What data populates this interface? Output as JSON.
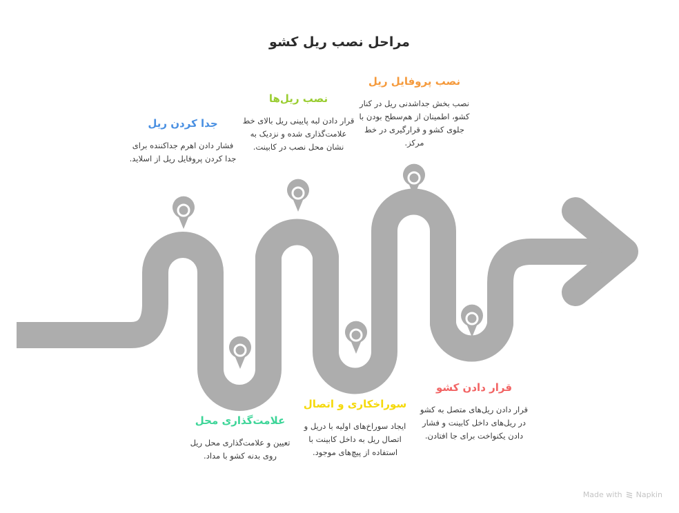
{
  "title": "مراحل نصب ریل کشو",
  "steps": [
    {
      "id": "detach",
      "title": "جدا کردن ریل",
      "color": "#4A90E2",
      "description": "فشار دادن اهرم جداکننده برای جدا کردن پروفایل ریل از اسلاید."
    },
    {
      "id": "mark",
      "title": "علامت‌گذاری محل",
      "color": "#3DD598",
      "description": "تعیین و علامت‌گذاری محل ریل روی بدنه کشو با مداد."
    },
    {
      "id": "install-rails",
      "title": "نصب ریل‌ها",
      "color": "#9ACD32",
      "description": "قرار دادن لبه پایینی ریل بالای خط علامت‌گذاری شده و نزدیک به نشان محل نصب در کابینت."
    },
    {
      "id": "drill",
      "title": "سوراخکاری و اتصال",
      "color": "#F5D90A",
      "description": "ایجاد سوراخ‌های اولیه با دریل و اتصال ریل به داخل کابینت با استفاده از پیچ‌های موجود."
    },
    {
      "id": "install-profile",
      "title": "نصب پروفایل ریل",
      "color": "#F59A3C",
      "description": "نصب بخش جداشدنی ریل در کنار کشو، اطمینان از هم‌سطح بودن با جلوی کشو و قرارگیری در خط مرکز."
    },
    {
      "id": "place-drawer",
      "title": "قرار دادن کشو",
      "color": "#F26464",
      "description": "قرار دادن ریل‌های متصل به کشو در ریل‌های داخل کابینت و فشار دادن یکنواخت برای جا افتادن."
    }
  ],
  "road": {
    "color": "#ADADAD",
    "pin_color": "#ADADAD",
    "icon": "map-pin-icon",
    "end_icon": "arrow-right-icon"
  },
  "footer": {
    "label": "Made with",
    "brand": "Napkin",
    "icon": "napkin-logo-icon"
  }
}
